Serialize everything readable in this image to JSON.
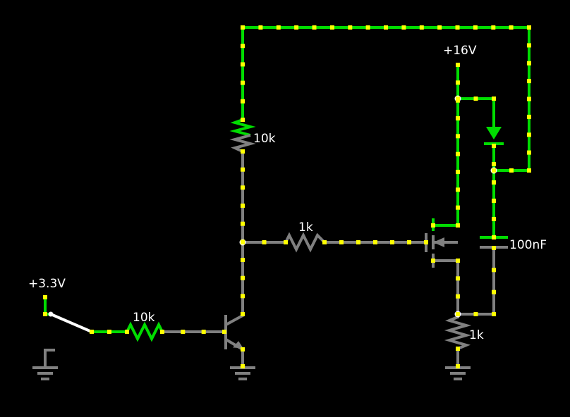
{
  "colors": {
    "background": "#000000",
    "live_wire": "#00dd00",
    "dead_wire": "#808080",
    "current_dots": "#ffff00",
    "junction": "#ffffff",
    "switch": "#ffffff",
    "label": "#ffffff"
  },
  "labels": {
    "supply_16v": "+16V",
    "supply_3v3": "+3.3V",
    "r_collector": "10k",
    "r_base": "10k",
    "r_gate": "1k",
    "r_source": "1k",
    "capacitor": "100nF"
  },
  "components": [
    {
      "id": "V1",
      "type": "voltage-rail",
      "value": "+16V"
    },
    {
      "id": "V2",
      "type": "voltage-rail",
      "value": "+3.3V"
    },
    {
      "id": "S1",
      "type": "switch",
      "state": "closed"
    },
    {
      "id": "R1",
      "type": "resistor",
      "value": "10k",
      "role": "base"
    },
    {
      "id": "R2",
      "type": "resistor",
      "value": "10k",
      "role": "collector pull-up"
    },
    {
      "id": "R3",
      "type": "resistor",
      "value": "1k",
      "role": "gate"
    },
    {
      "id": "R4",
      "type": "resistor",
      "value": "1k",
      "role": "source"
    },
    {
      "id": "Q1",
      "type": "npn-transistor"
    },
    {
      "id": "M1",
      "type": "mosfet"
    },
    {
      "id": "D1",
      "type": "diode"
    },
    {
      "id": "C1",
      "type": "capacitor",
      "value": "100nF"
    }
  ],
  "icons": [
    "ground-icon",
    "resistor-icon",
    "npn-transistor-icon",
    "mosfet-icon",
    "diode-icon",
    "capacitor-icon",
    "switch-icon"
  ]
}
